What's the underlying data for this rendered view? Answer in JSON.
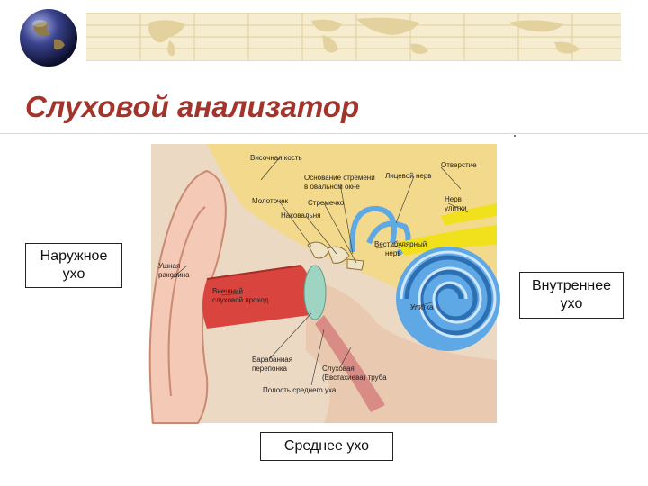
{
  "slide": {
    "title": "Слуховой анализатор"
  },
  "boxes": {
    "outer_ear": "Наружное\nухо",
    "inner_ear": "Внутреннее\nухо",
    "middle_ear": "Среднее ухо"
  },
  "diagram_labels": {
    "temporal_bone": "Височная кость",
    "opening": "Отверстие",
    "stapes_base": "Основание стремени",
    "oval_window": "в овальном окне",
    "facial_nerve": "Лицевой нерв",
    "malleus": "Молоточек",
    "stapes": "Стремечко",
    "cochlear_nerve_1": "Нерв",
    "cochlear_nerve_2": "улитки",
    "incus": "Наковальня",
    "vestibular_nerve_1": "Вестибулярный",
    "vestibular_nerve_2": "нерв",
    "auricle_1": "Ушная",
    "auricle_2": "раковина",
    "ear_canal_1": "Внешний",
    "ear_canal_2": "слуховой проход",
    "cochlea": "Улитка",
    "eardrum_1": "Барабанная",
    "eardrum_2": "перепонка",
    "eustachian_1": "Слуховая",
    "eustachian_2": "(Евстахиева) труба",
    "middle_cavity": "Полость среднего уха"
  },
  "colors": {
    "title": "#a3342b",
    "banner": "#f6edd0",
    "cochlea": "#5ea8e6",
    "bone": "#f3d98b",
    "canal": "#d9453e",
    "skin": "#f4c9b5",
    "nerve": "#f0e11c"
  }
}
